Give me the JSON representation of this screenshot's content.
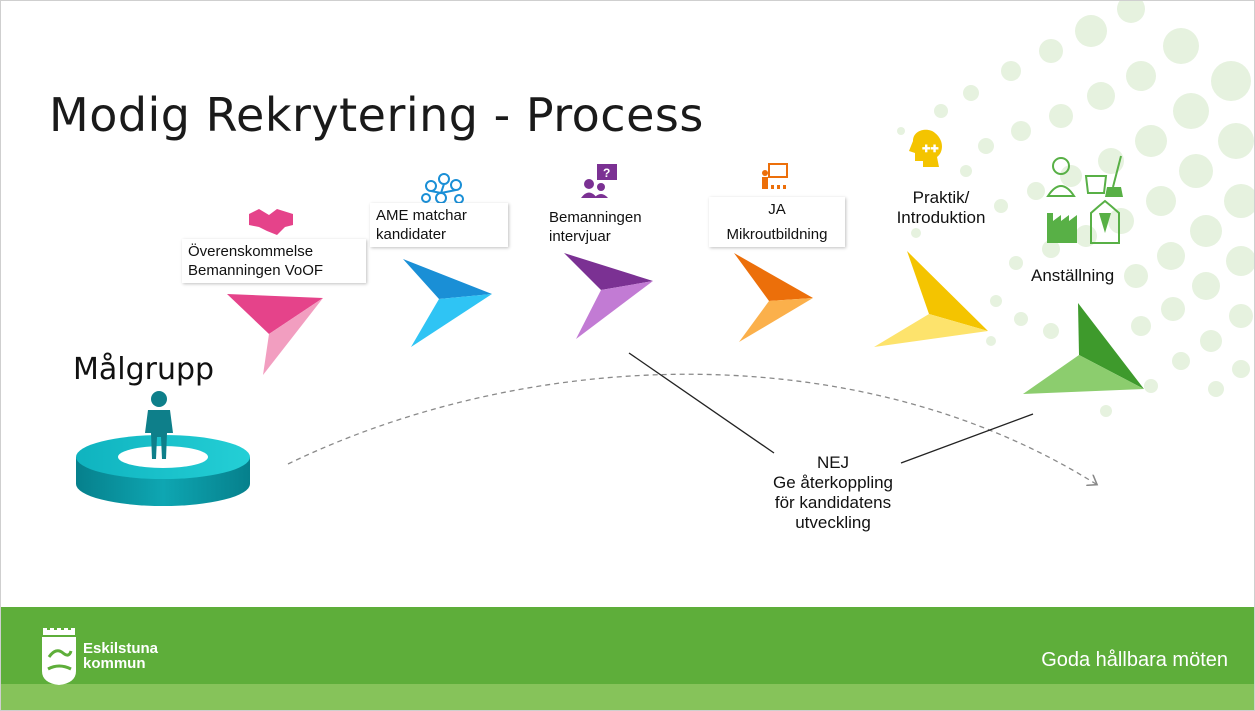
{
  "title": "Modig Rekrytering - Process",
  "start_label": "Målgrupp",
  "steps": [
    {
      "lines": [
        "Överenskommelse",
        "Bemanningen VoOF"
      ],
      "icon": "handshake-icon",
      "color": "#ea4b8b"
    },
    {
      "lines": [
        "AME matchar",
        "kandidater"
      ],
      "icon": "network-icon",
      "color": "#1ba9e8"
    },
    {
      "lines": [
        "Bemanningen",
        "intervjuar"
      ],
      "icon": "interview-icon",
      "color": "#8b3aa0"
    },
    {
      "lines": [
        "JA",
        "Mikroutbildning"
      ],
      "icon": "teacher-icon",
      "color": "#f07d12"
    },
    {
      "lines": [
        "Praktik/",
        "Introduktion"
      ],
      "icon": "head-puzzle-icon",
      "color": "#f6c800"
    },
    {
      "lines": [
        "Anställning"
      ],
      "icon": "occupations-icon",
      "color": "#4ea83a"
    }
  ],
  "feedback": {
    "lines": [
      "NEJ",
      "Ge återkoppling",
      "för kandidatens",
      "utveckling"
    ]
  },
  "footer": {
    "logo_line1": "Eskilstuna",
    "logo_line2": "kommun",
    "tagline": "Goda hållbara möten",
    "color": "#5eae3a"
  }
}
